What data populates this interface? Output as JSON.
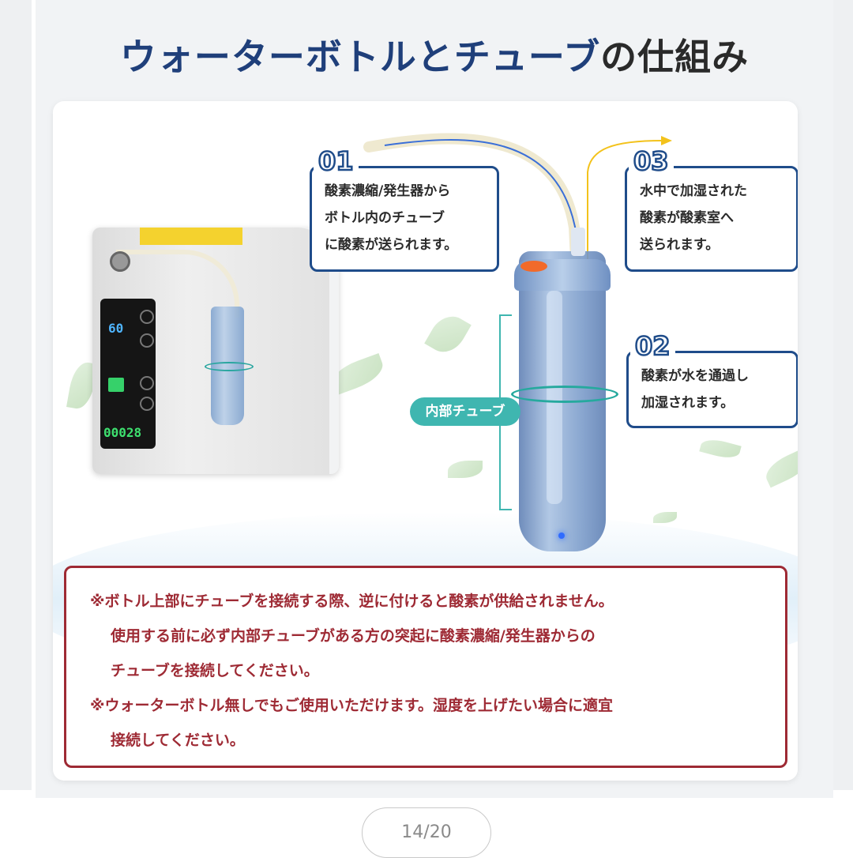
{
  "title": {
    "main": "ウォーターボトルとチューブ",
    "suffix": "の仕組み"
  },
  "photo": {
    "lcd_flow": "60",
    "lcd_counter": "00028"
  },
  "callouts": {
    "c01": {
      "num": "01",
      "lines": [
        "酸素濃縮/発生器から",
        "ボトル内のチューブ",
        "に酸素が送られます。"
      ]
    },
    "c03": {
      "num": "03",
      "lines": [
        "水中で加湿された",
        "酸素が酸素室へ",
        "送られます。"
      ]
    },
    "c02": {
      "num": "02",
      "lines": [
        "酸素が水を通過し",
        "加湿されます。"
      ]
    }
  },
  "inner_tube_label": "内部チューブ",
  "notice": {
    "lines": [
      "※ボトル上部にチューブを接続する際、逆に付けると酸素が供給されません。",
      "使用する前に必ず内部チューブがある方の突起に酸素濃縮/発生器からの",
      "チューブを接続してください。",
      "※ウォーターボトル無しでもご使用いただけます。湿度を上げたい場合に適宜",
      "接続してください。"
    ]
  },
  "pager": {
    "text": "14/20"
  },
  "colors": {
    "title_blue": "#1f3f7a",
    "callout_border": "#1f4c8a",
    "notice_red": "#9e2a34",
    "teal": "#3fb6b0"
  }
}
